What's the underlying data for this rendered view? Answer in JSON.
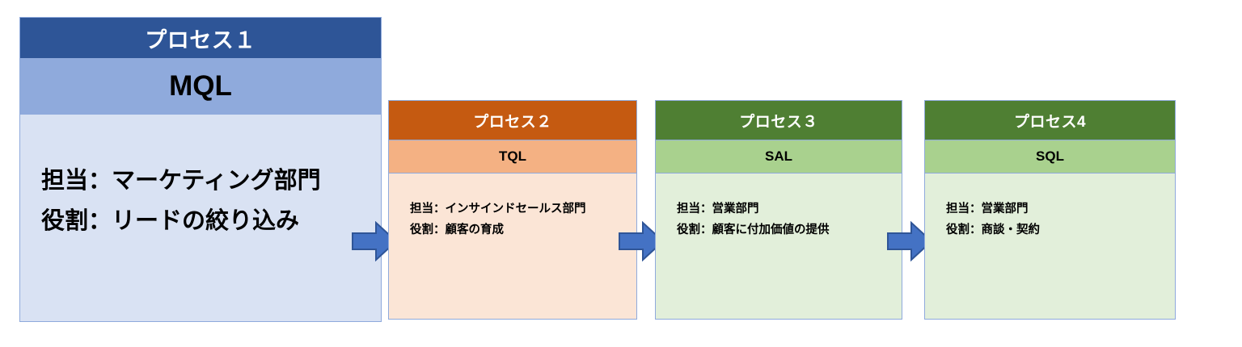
{
  "diagram": {
    "title_visible": false,
    "colors": {
      "box1_header": "#2E5597",
      "box1_sub": "#8FAADC",
      "box1_body": "#D9E2F3",
      "box2_header": "#C55A11",
      "box2_sub": "#F4B183",
      "box2_body": "#FBE5D6",
      "box3_header": "#4F7F33",
      "box3_sub": "#A9D18E",
      "box3_body": "#E2EFDA",
      "box4_header": "#4F7F33",
      "box4_sub": "#A9D18E",
      "box4_body": "#E2EFDA",
      "border": "#8FAADC",
      "arrow_fill": "#4472C4",
      "arrow_stroke": "#2F5597",
      "header_text": "#FFFFFF",
      "body_text": "#000000"
    },
    "boxes": [
      {
        "id": "process-1",
        "header": "プロセス１",
        "subheader": "MQL",
        "lines": [
          "担当：マーケティング部門",
          "役割：リードの絞り込み"
        ]
      },
      {
        "id": "process-2",
        "header": "プロセス２",
        "subheader": "TQL",
        "lines": [
          "担当：インサインドセールス部門",
          "役割：顧客の育成"
        ]
      },
      {
        "id": "process-3",
        "header": "プロセス３",
        "subheader": "SAL",
        "lines": [
          "担当：営業部門",
          "役割：顧客に付加価値の提供"
        ]
      },
      {
        "id": "process-4",
        "header": "プロセス4",
        "subheader": "SQL",
        "lines": [
          "担当：営業部門",
          "役割：商談・契約"
        ]
      }
    ],
    "arrows": [
      {
        "id": "arrow-1-2",
        "icon": "right-arrow-icon",
        "from": "process-1",
        "to": "process-2"
      },
      {
        "id": "arrow-2-3",
        "icon": "right-arrow-icon",
        "from": "process-2",
        "to": "process-3"
      },
      {
        "id": "arrow-3-4",
        "icon": "right-arrow-icon",
        "from": "process-3",
        "to": "process-4"
      }
    ]
  }
}
